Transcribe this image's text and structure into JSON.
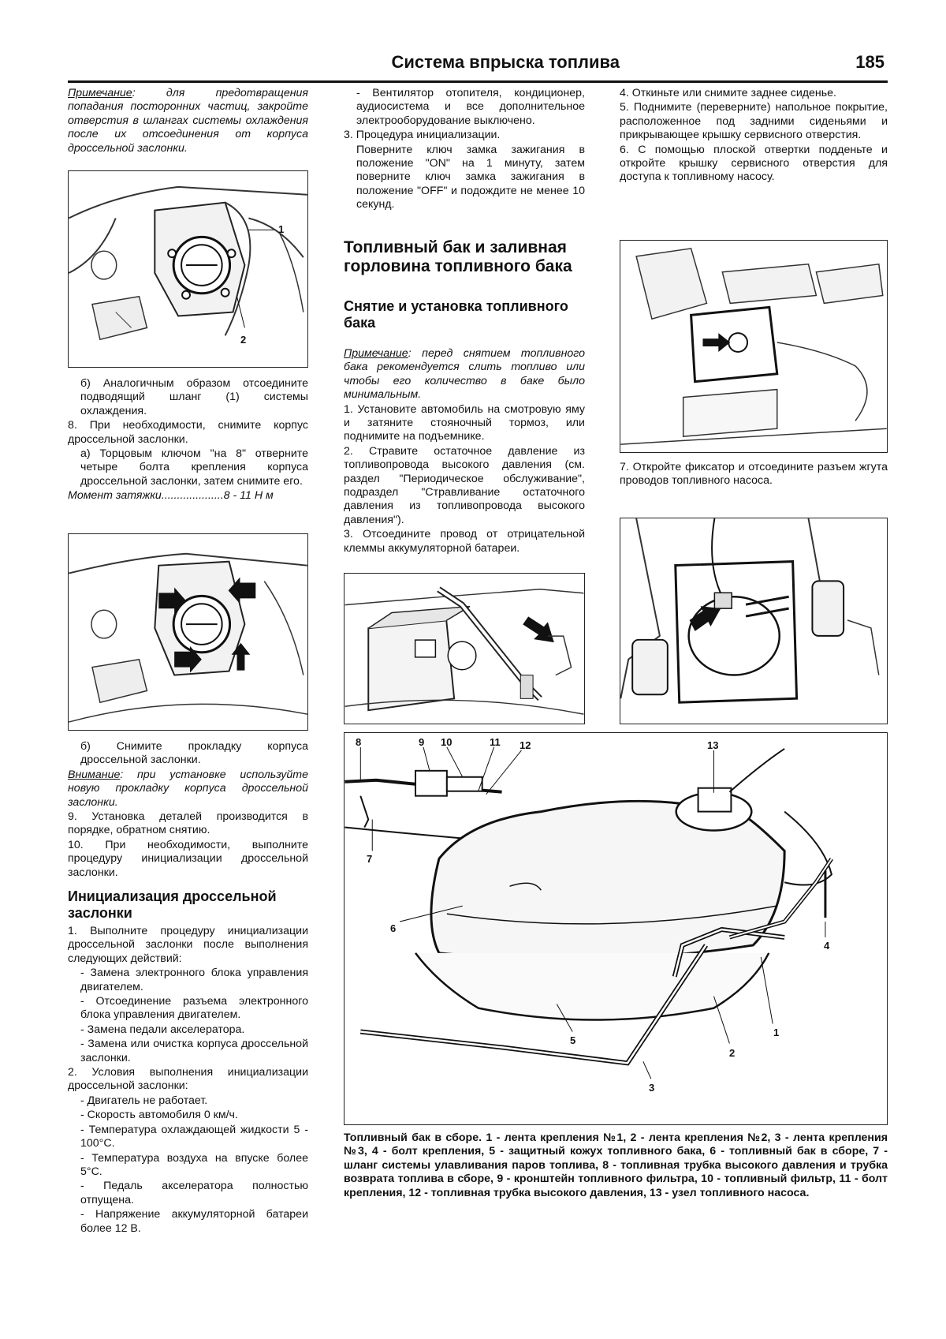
{
  "header": {
    "title": "Система впрыска топлива",
    "page_number": "185"
  },
  "col1": {
    "note1_label": "Примечание",
    "note1_text": ": для предотвращения попадания посторонних частиц, закройте отверстия в шлангах системы охлаждения после их отсоединения от корпуса дроссельной заслонки.",
    "fig1_labels": [
      "1",
      "2"
    ],
    "p_6b": "б) Аналогичным образом отсоедините подводящий шланг (1) системы охлаждения.",
    "p_8": "8. При необходимости, снимите корпус дроссельной заслонки.",
    "p_8a": "а) Торцовым ключом \"на 8\" отверните четыре болта крепления корпуса дроссельной заслонки, затем снимите его.",
    "torque_label": "Момент затяжки",
    "torque_dots": "....................",
    "torque_value": "8 - 11 Н м",
    "p_8b": "б) Снимите прокладку корпуса дроссельной заслонки.",
    "warn_label": "Внимание",
    "warn_text": ": при установке используйте новую прокладку корпуса дроссельной заслонки.",
    "p_9": "9. Установка деталей производится в порядке, обратном снятию.",
    "p_10": "10. При необходимости, выполните процедуру инициализации дроссельной заслонки.",
    "h_init": "Инициализация дроссельной заслонки",
    "p_i1": "1. Выполните процедуру инициализации дроссельной заслонки после выполнения следующих действий:",
    "i1_items": [
      "- Замена электронного блока управления двигателем.",
      "- Отсоединение разъема электронного блока управления двигателем.",
      "- Замена педали акселератора.",
      "- Замена или очистка корпуса дроссельной заслонки."
    ],
    "p_i2": "2. Условия выполнения инициализации дроссельной заслонки:",
    "i2_items": [
      "- Двигатель не работает.",
      "- Скорость автомобиля 0 км/ч.",
      "- Температура охлаждающей жидкости 5 - 100°С.",
      "- Температура воздуха на впуске более 5°С.",
      "- Педаль акселератора полностью отпущена.",
      "- Напряжение аккумуляторной батареи более 12 В."
    ]
  },
  "col2": {
    "item_fan": "- Вентилятор отопителя, кондиционер, аудиосистема и все дополнительное электрооборудование выключено.",
    "p_3": "3. Процедура инициализации.",
    "p_3text": "Поверните ключ замка зажигания в положение \"ON\" на 1 минуту, затем поверните ключ замка зажигания в положение \"OFF\" и подождите не менее 10 секунд.",
    "h_tank": "Топливный бак и заливная горловина топливного бака",
    "h_remove": "Снятие и установка топливного бака",
    "note2_label": "Примечание",
    "note2_text": ": перед снятием топливного бака рекомендуется слить топливо или чтобы его количество в баке было минимальным.",
    "p_1": "1. Установите автомобиль на смотровую яму и затяните стояночный тормоз, или поднимите на подъемнике.",
    "p_2": "2. Стравите остаточное давление из топливопровода высокого давления (см. раздел \"Периодическое обслуживание\", подраздел \"Стравливание остаточного давления из топливопровода высокого давления\").",
    "p_3b": "3. Отсоедините провод от отрицательной клеммы аккумуляторной батареи."
  },
  "col3": {
    "p_4": "4. Откиньте или снимите заднее сиденье.",
    "p_5": "5. Поднимите (переверните) напольное покрытие, расположенное под задними сиденьями и прикрывающее крышку сервисного отверстия.",
    "p_6": "6. С помощью плоской отвертки подденьте и откройте крышку сервисного отверстия для доступа к топливному насосу.",
    "p_7": "7. Откройте фиксатор и отсоедините разъем жгута проводов топливного насоса."
  },
  "big_figure": {
    "callouts": [
      "8",
      "9",
      "10",
      "11",
      "12",
      "13",
      "7",
      "6",
      "5",
      "3",
      "2",
      "1",
      "4"
    ],
    "caption": "Топливный бак в сборе. 1 - лента крепления №1, 2 - лента крепления №2, 3 - лента крепления №3, 4 - болт крепления, 5 - защитный кожух топливного бака, 6 - топливный бак в сборе, 7 - шланг системы улавливания паров топлива, 8 - топливная трубка высокого давления и трубка возврата топлива в сборе, 9 - кронштейн топливного фильтра, 10 - топливный фильтр, 11 - болт крепления, 12 - топливная трубка высокого давления, 13 - узел топливного насоса."
  }
}
